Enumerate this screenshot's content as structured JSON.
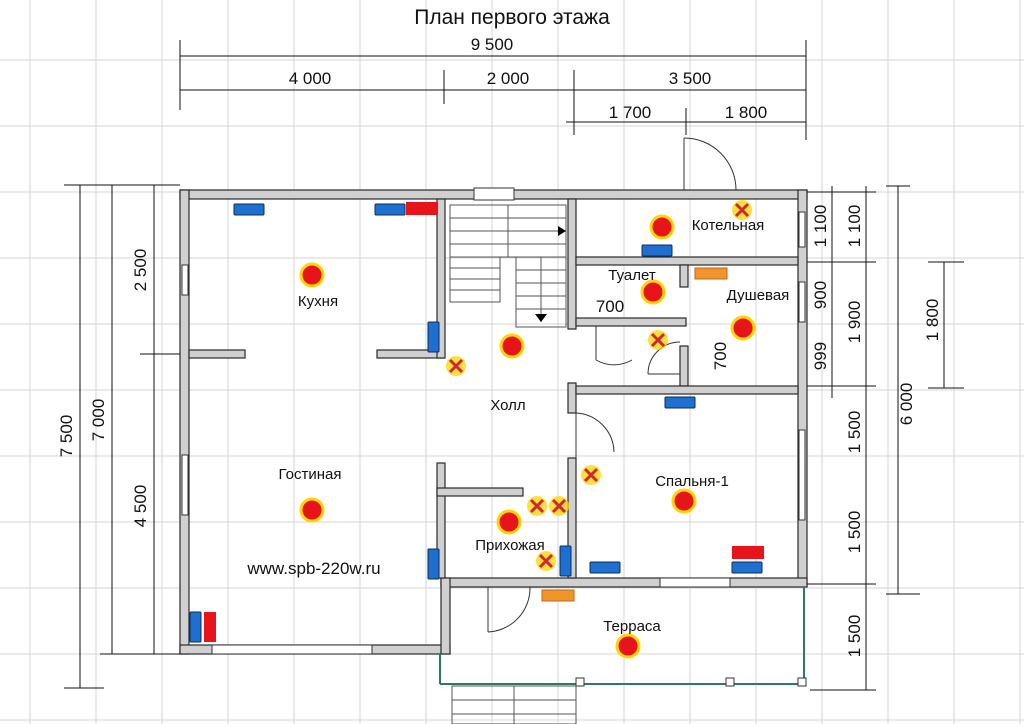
{
  "title": "План первого этажа",
  "dimensions": {
    "top_total": "9 500",
    "top_a": "4 000",
    "top_b": "2 000",
    "top_c": "3 500",
    "top_d": "1 700",
    "top_e": "1 800",
    "left_total": "7 500",
    "left_inner": "7 000",
    "left_a": "2 500",
    "left_b": "4 500",
    "right_a": "1 100",
    "right_b": "1 100",
    "right_c": "900",
    "right_d": "1 900",
    "right_e": "999",
    "right_f": "1 800",
    "right_g": "1 500",
    "right_h": "1 500",
    "right_i": "1 500",
    "right_total": "6 000",
    "door_a": "700",
    "door_b": "700"
  },
  "rooms": {
    "kitchen": "Кухня",
    "living": "Гостиная",
    "hall": "Холл",
    "boiler": "Котельная",
    "toilet": "Туалет",
    "shower": "Душевая",
    "bedroom": "Спальня-1",
    "entry": "Прихожая",
    "terrace": "Терраса"
  },
  "watermark": "www.spb-220w.ru",
  "colors": {
    "lamp": "#e8141b",
    "lamp_ring": "#ffd400",
    "radiator": "#1e6fcf",
    "heater": "#e8141b",
    "switch": "#d0262e",
    "vent": "#f0952c",
    "terrace_rail": "#2f7a5a"
  }
}
